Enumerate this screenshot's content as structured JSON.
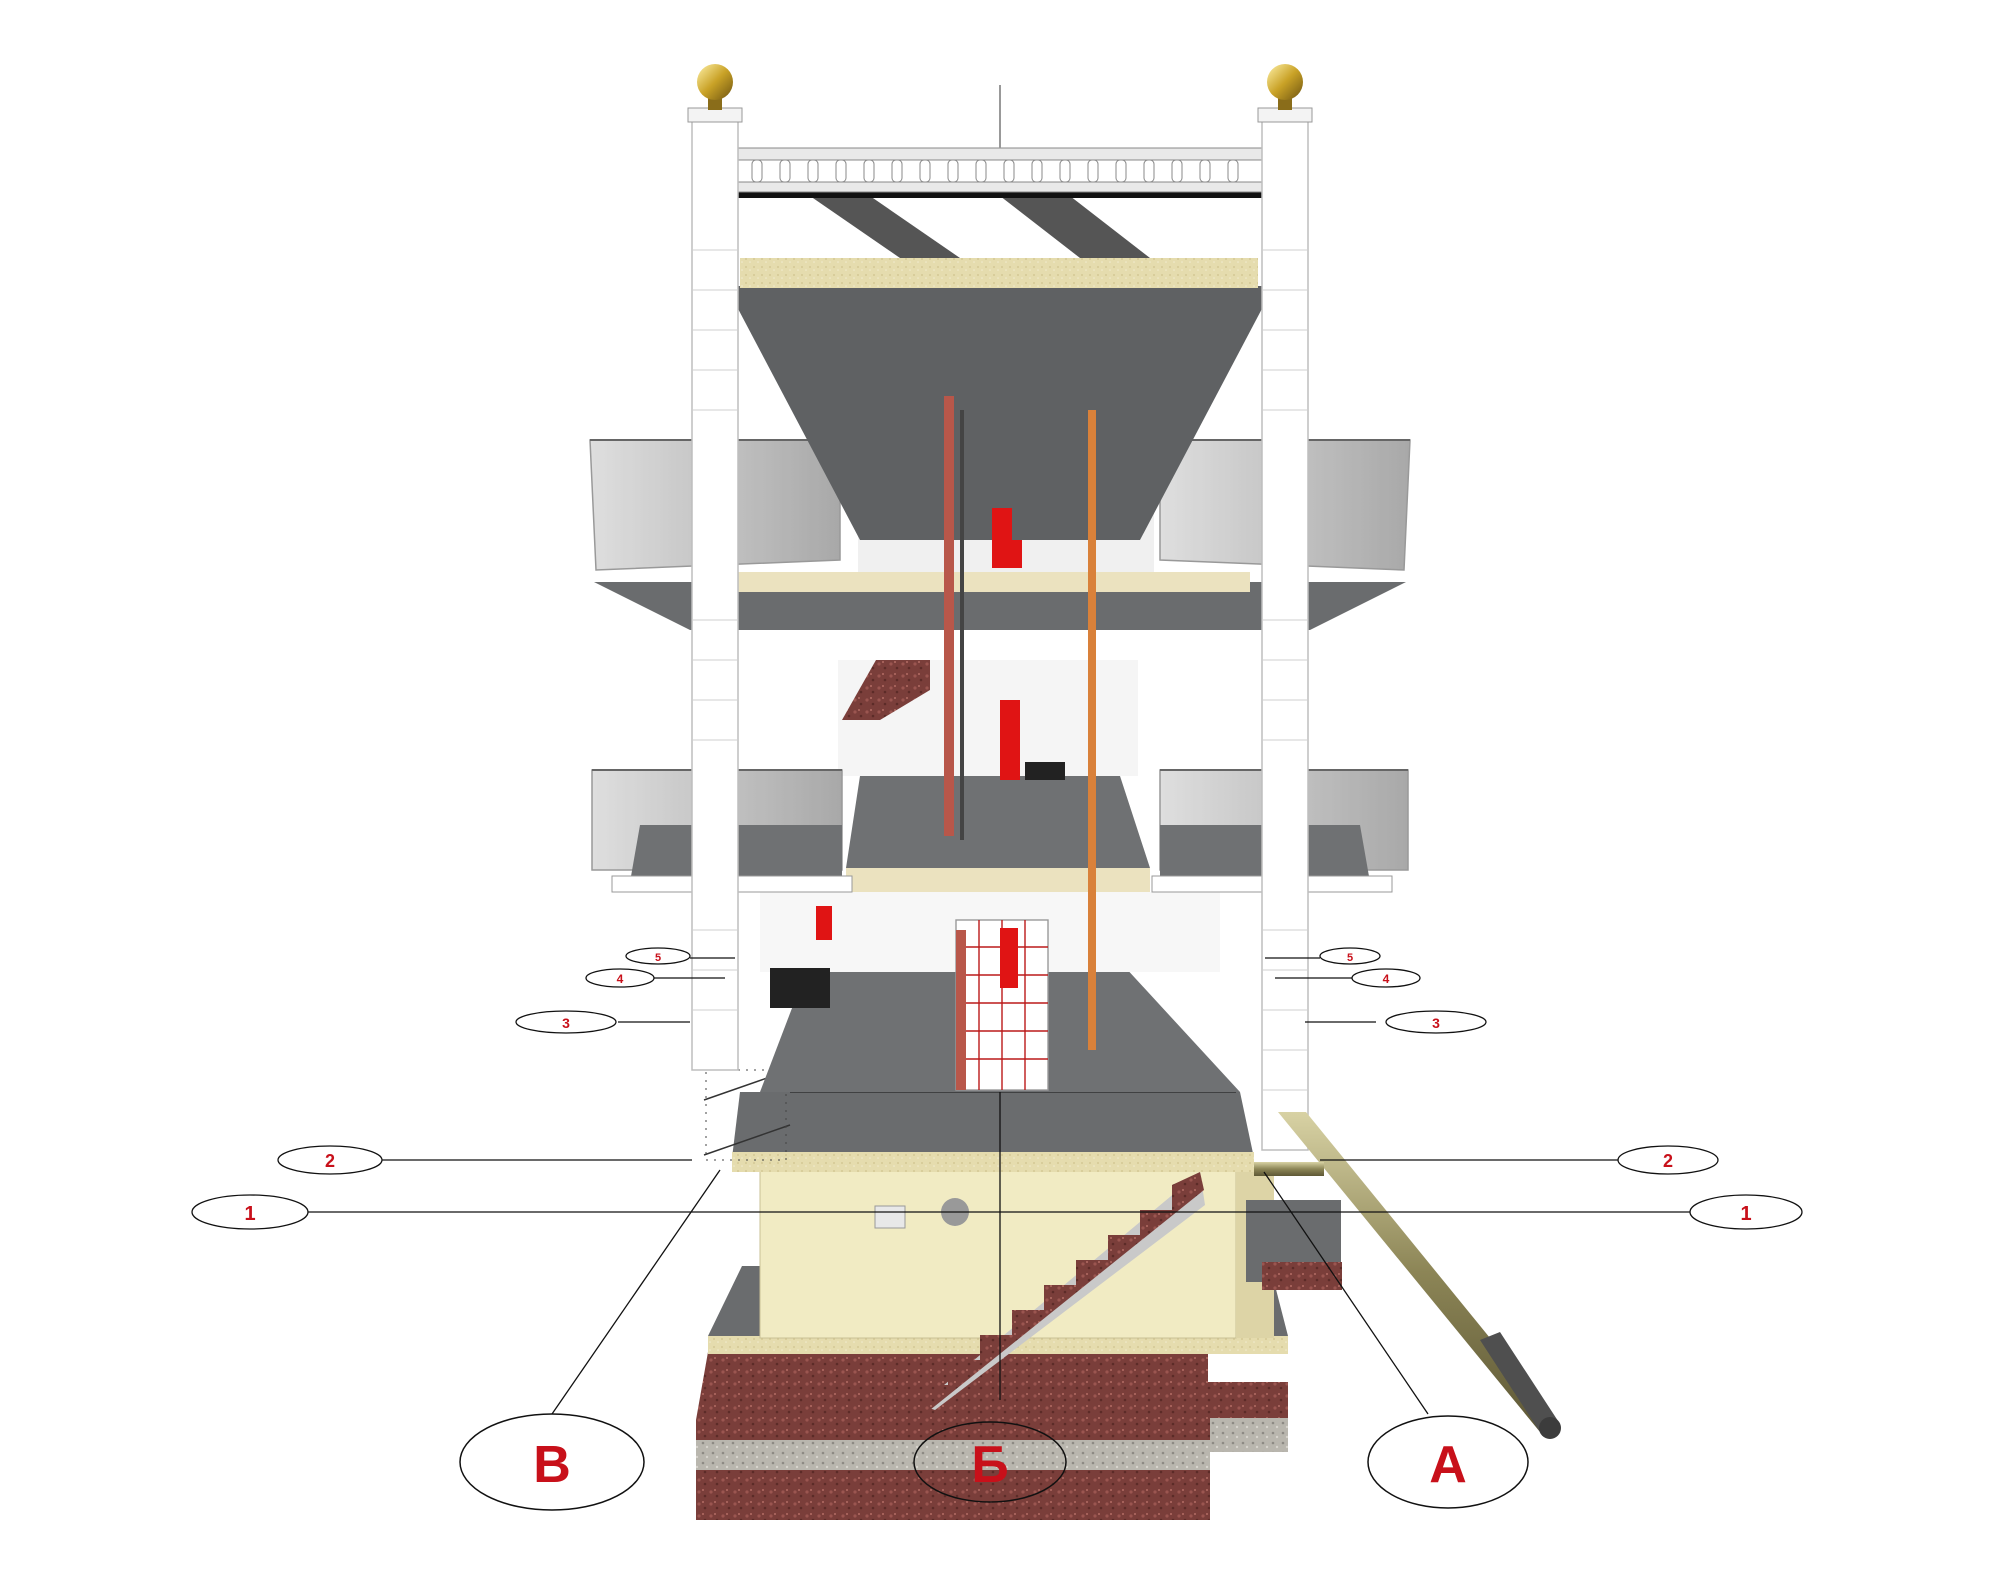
{
  "axis_markers": {
    "left": [
      {
        "label": "5"
      },
      {
        "label": "4"
      },
      {
        "label": "3"
      },
      {
        "label": "2"
      },
      {
        "label": "1"
      },
      {
        "label": "В"
      }
    ],
    "center": [
      {
        "label": "Б"
      }
    ],
    "right": [
      {
        "label": "5"
      },
      {
        "label": "4"
      },
      {
        "label": "3"
      },
      {
        "label": "2"
      },
      {
        "label": "1"
      },
      {
        "label": "А"
      }
    ]
  },
  "colors": {
    "marker_text": "#c8101a",
    "slab_dark": "#6a6c6e",
    "slab_edge": "#ebe2bf",
    "facade": "#ffffff",
    "wall_cream": "#f1ebc3",
    "red_pipe": "#e01414",
    "granite": "#7a3e3a",
    "gold": "#c9a227"
  }
}
